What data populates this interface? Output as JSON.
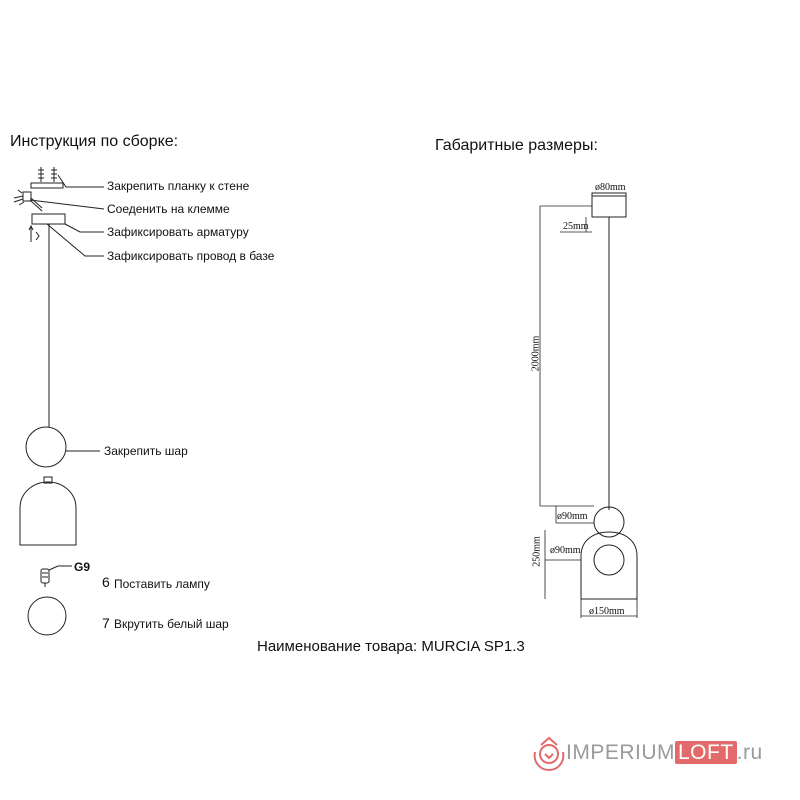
{
  "assembly": {
    "title": "Инструкция по сборке:",
    "steps": [
      "Закрепить планку к стене",
      "Соеденить на клемме",
      "Зафиксировать арматуру",
      "Зафиксировать провод в базе",
      "Закрепить шар"
    ],
    "lamp_type": "G9",
    "step6_num": "6",
    "step6_label": "Поставить лампу",
    "step7_num": "7",
    "step7_label": "Вкрутить белый шар"
  },
  "dimensions": {
    "title": "Габаритные размеры:",
    "canopy_diameter": "ø80mm",
    "canopy_height": "25mm",
    "cable_length": "2000mm",
    "ball_diameter": "ø90mm",
    "inner_ball_diameter": "ø90mm",
    "shade_height": "250mm",
    "shade_diameter": "ø150mm"
  },
  "product": {
    "name": "Наименование товара: MURCIA SP1.3"
  },
  "watermark": {
    "part1": "IMPERIUM",
    "part2": "LOFT",
    "part3": ".ru",
    "color_dark": "#9a9a9a",
    "color_accent": "#e26a6a"
  }
}
